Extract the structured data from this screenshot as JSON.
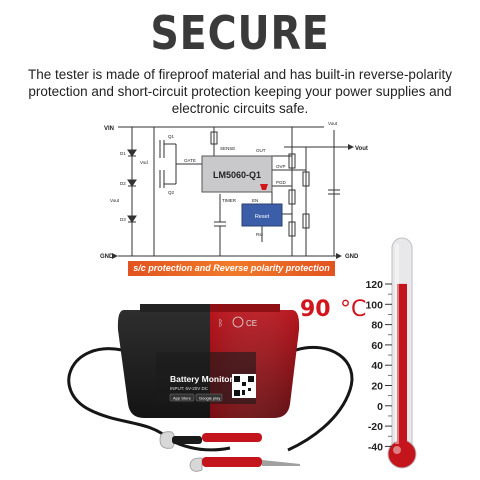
{
  "header": {
    "title": "SECURE",
    "description": "The tester is made of fireproof material and has built-in reverse-polarity protection and short-circuit protection keeping your power supplies and electronic circuits safe."
  },
  "schematic": {
    "chip_label": "LM5060-Q1",
    "reset_label": "Reset",
    "pins": {
      "vin": "VIN",
      "vout_right": "Vout",
      "vout_top": "Vout",
      "vout_left": "Vout",
      "gnd_left": "GND",
      "gnd_right": "GND",
      "sense": "SENSE",
      "gate": "GATE",
      "out": "OUT",
      "ovp": "OVP",
      "pgd": "PGD",
      "timer": "TIMER",
      "en": "EN",
      "rst": "Rst",
      "vsd": "Vsd",
      "d1": "D1",
      "d2": "D2",
      "d3": "D3",
      "q1": "Q1",
      "q2": "Q2"
    }
  },
  "banner": {
    "text": "s/c protection and Reverse polarity protection"
  },
  "device": {
    "label": "Battery Monitor",
    "input_line": "INPUT: 6V-20V DC",
    "store_label": "App Store",
    "play_label": "Google play",
    "ce_mark": "CE"
  },
  "temperature_badge": {
    "value": "90",
    "unit": "°C"
  },
  "thermometer": {
    "ticks": [
      "120",
      "100",
      "80",
      "60",
      "40",
      "20",
      "0",
      "-20",
      "-40"
    ],
    "level_fraction": 0.81,
    "colors": {
      "liquid": "#c4141c",
      "glass": "#e8e8ea",
      "accent": "#d2141c"
    }
  }
}
